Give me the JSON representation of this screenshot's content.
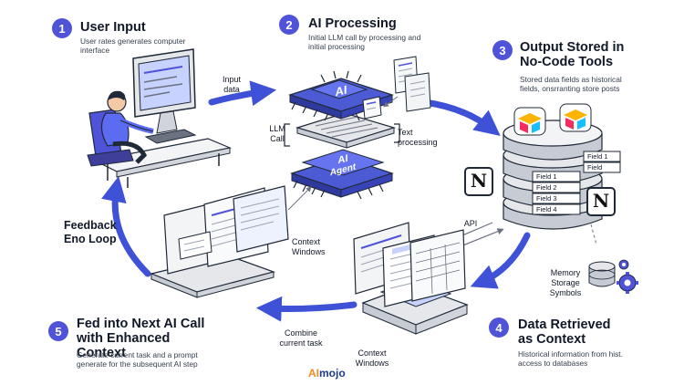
{
  "steps": [
    {
      "number": "1",
      "title": "User Input",
      "desc": "User rates generates computer interface"
    },
    {
      "number": "2",
      "title": "AI Processing",
      "desc": "Initial LLM call by processing and initial processing"
    },
    {
      "number": "3",
      "title": "Output Stored in No-Code Tools",
      "desc": "Stored data fields as historical fields, onsrranting store posts"
    },
    {
      "number": "4",
      "title": "Data Retrieved as Context",
      "desc": "Historical information from hist. access to databases"
    },
    {
      "number": "5",
      "title": "Fed into Next AI Call with Enhanced Context",
      "desc": "Generate current task and a prompt generate for the subsequent AI step"
    }
  ],
  "labels": {
    "input_data": "Input data",
    "llm_call": "LLM Call",
    "text_processing": "Text processing",
    "chip_top": "AI",
    "chip_bottom_1": "AI",
    "chip_bottom_2": "Agent",
    "context_windows_1": "Context Windows",
    "context_windows_2": "Context Windows",
    "api": "API",
    "memory": "Memory Storage Symbols",
    "combine": "Combine current task",
    "feedback": "Feedback Eno Loop",
    "fields": [
      "Field 1",
      "Field 2",
      "Field 3",
      "Field 4"
    ],
    "fields_right": [
      "Field 1",
      "Field"
    ],
    "notion_glyph": "N"
  },
  "brand": {
    "part1": "AI",
    "part2": "mojo"
  },
  "colors": {
    "accent": "#4F53D8",
    "arrow": "#3F51D6",
    "chip": "#5B6CF2",
    "orange": "#F08A24"
  }
}
